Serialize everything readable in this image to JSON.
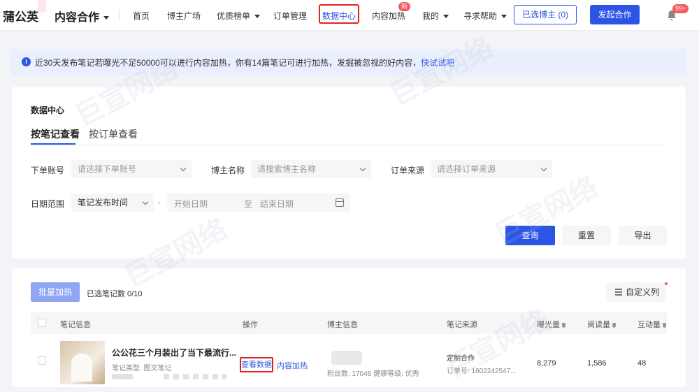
{
  "nav": {
    "brand": "蒲公英",
    "dropdown": "内容合作",
    "items": [
      "首页",
      "博主广场",
      "优质榜单",
      "订单管理",
      "数据中心",
      "内容加热",
      "我的",
      "寻求帮助"
    ],
    "new_badge": "新",
    "selected_bloggers": "已选博主 (0)",
    "start_cooperation": "发起合作",
    "notification_count": "99+"
  },
  "banner": {
    "text": "近30天发布笔记若曝光不足50000可以进行内容加热，你有14篇笔记可进行加热，发掘被忽视的好内容，",
    "link": "快试试吧"
  },
  "filters": {
    "title": "数据中心",
    "tabs": [
      "按笔记查看",
      "按订单查看"
    ],
    "order_account_label": "下单账号",
    "order_account_placeholder": "请选择下单账号",
    "blogger_name_label": "博主名称",
    "blogger_name_placeholder": "请搜索博主名称",
    "order_source_label": "订单来源",
    "order_source_placeholder": "请选择订单来源",
    "date_range_label": "日期范围",
    "date_type": "笔记发布时间",
    "date_sep": "-",
    "start_date_placeholder": "开始日期",
    "to": "至",
    "end_date_placeholder": "结束日期",
    "query": "查询",
    "reset": "重置",
    "export": "导出"
  },
  "table": {
    "bulk_heat": "批量加热",
    "selected_notes": "已选笔记数 0/10",
    "custom_columns": "自定义列",
    "columns": [
      "笔记信息",
      "操作",
      "博主信息",
      "笔记来源",
      "曝光量",
      "阅读量",
      "互动量"
    ],
    "rows": [
      {
        "title": "公公花三个月装出了当下最流行...",
        "type": "笔记类型: 图文笔记",
        "view_data": "查看数据",
        "content_heat": "内容加热",
        "blogger_meta": "粉丝数: 17046  健康等级: 优秀",
        "source_type": "定制合作",
        "order_no": "订单号: 1602242547...",
        "exposure": "8,279",
        "reads": "1,586",
        "interactions": "48"
      }
    ]
  },
  "watermark": "巨宣网络"
}
